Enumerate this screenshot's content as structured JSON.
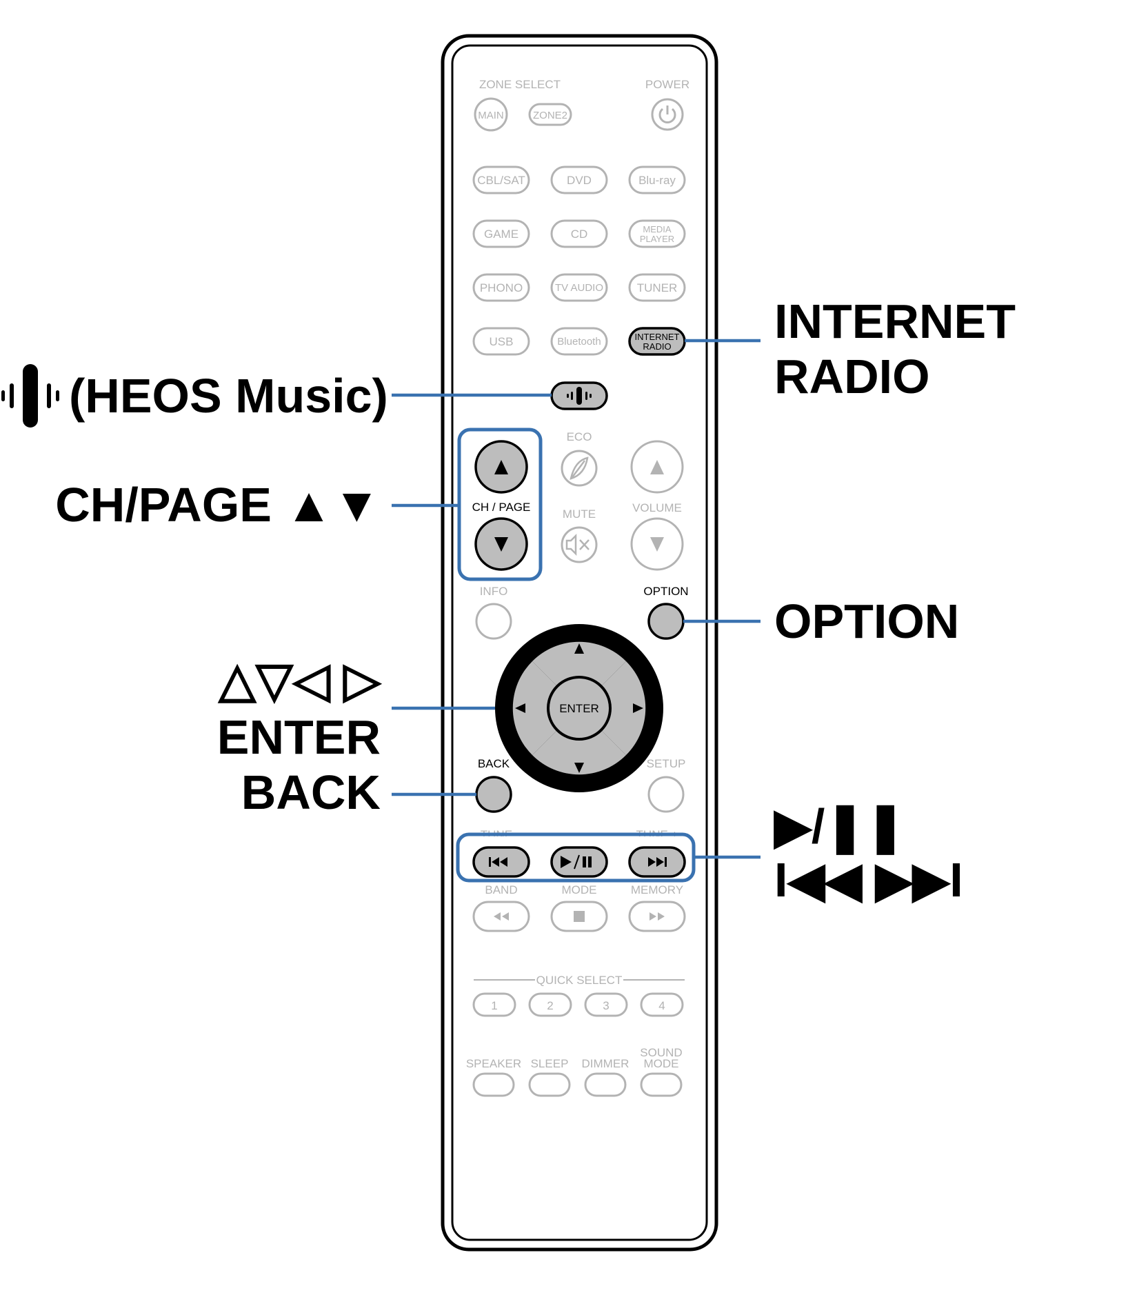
{
  "colors": {
    "callout": "#3a72b0",
    "active_button": "#bdbdbd",
    "inactive": "#b3b3b3",
    "outline": "#000000"
  },
  "labels": {
    "internet_radio_1": "INTERNET",
    "internet_radio_2": "RADIO",
    "heos": "(HEOS Music)",
    "ch_page": "CH/PAGE ▲▼",
    "option": "OPTION",
    "cursor": "△▽◁ ▷",
    "enter": "ENTER",
    "back": "BACK",
    "play_pause": "▶/❚❚",
    "skip": "I◀◀ ▶▶I"
  },
  "remote": {
    "zone_select": "ZONE SELECT",
    "power": "POWER",
    "main": "MAIN",
    "zone2": "ZONE2",
    "cbl_sat": "CBL/SAT",
    "dvd": "DVD",
    "bluray": "Blu-ray",
    "game": "GAME",
    "cd": "CD",
    "media_1": "MEDIA",
    "media_2": "PLAYER",
    "phono": "PHONO",
    "tv_audio": "TV AUDIO",
    "tuner": "TUNER",
    "usb": "USB",
    "bluetooth": "Bluetooth",
    "inet_1": "INTERNET",
    "inet_2": "RADIO",
    "eco": "ECO",
    "ch_page": "CH / PAGE",
    "mute": "MUTE",
    "volume": "VOLUME",
    "info": "INFO",
    "option": "OPTION",
    "enter": "ENTER",
    "back": "BACK",
    "setup": "SETUP",
    "tune_minus": "TUNE –",
    "tune_plus": "TUNE +",
    "band": "BAND",
    "mode": "MODE",
    "memory": "MEMORY",
    "quick_select": "QUICK SELECT",
    "qs1": "1",
    "qs2": "2",
    "qs3": "3",
    "qs4": "4",
    "speaker": "SPEAKER",
    "sleep": "SLEEP",
    "dimmer": "DIMMER",
    "sound_1": "SOUND",
    "sound_2": "MODE"
  }
}
